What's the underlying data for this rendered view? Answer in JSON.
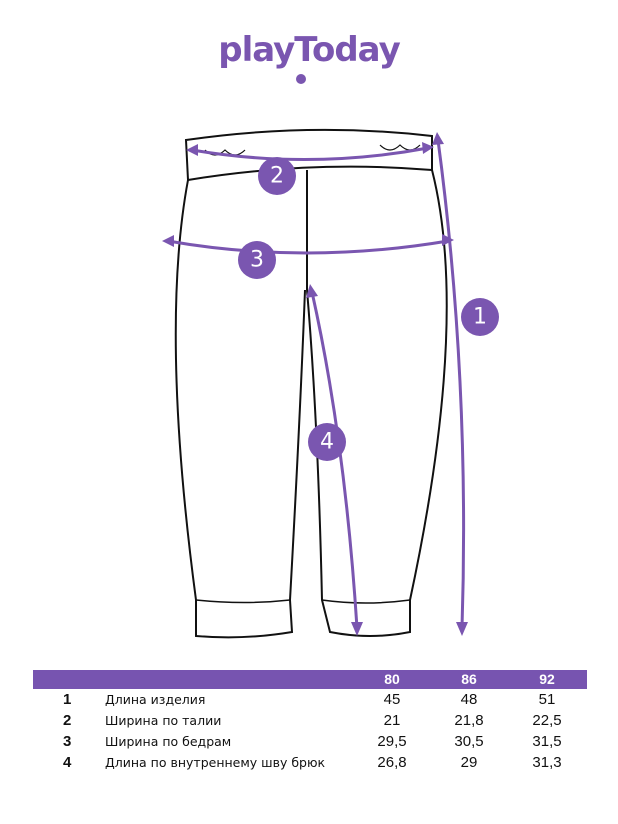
{
  "brand": {
    "logo_text": "playToday",
    "accent": "#7754b0"
  },
  "diagram": {
    "badges": [
      "1",
      "2",
      "3",
      "4"
    ]
  },
  "table": {
    "sizes": [
      "80",
      "86",
      "92"
    ],
    "rows": [
      {
        "num": "1",
        "label": "Длина изделия",
        "values": [
          "45",
          "48",
          "51"
        ]
      },
      {
        "num": "2",
        "label": "Ширина по талии",
        "values": [
          "21",
          "21,8",
          "22,5"
        ]
      },
      {
        "num": "3",
        "label": "Ширина по бедрам",
        "values": [
          "29,5",
          "30,5",
          "31,5"
        ]
      },
      {
        "num": "4",
        "label": "Длина по внутреннему шву брюк",
        "values": [
          "26,8",
          "29",
          "31,3"
        ]
      }
    ]
  }
}
